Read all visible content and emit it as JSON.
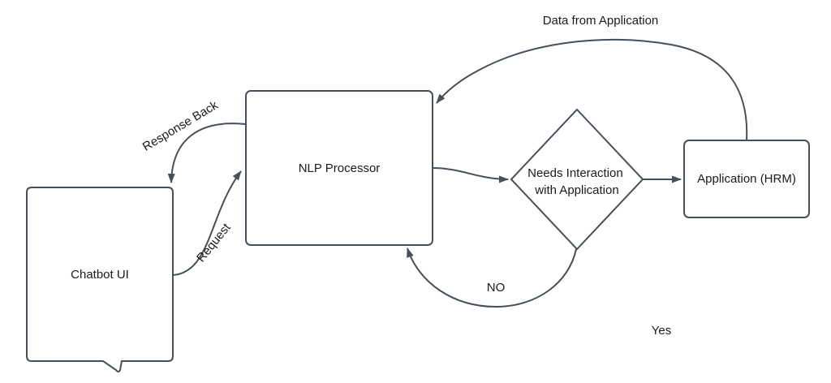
{
  "diagram": {
    "type": "flowchart",
    "background": "#ffffff",
    "colors": {
      "stroke": "#474f5a",
      "shape_fill": "#ffffff",
      "label_text": "#1a1a1a"
    },
    "nodes": {
      "chatbot_ui": {
        "label": "Chatbot UI",
        "shape": "speech-bubble-rect"
      },
      "nlp_processor": {
        "label": "NLP Processor",
        "shape": "rounded-rect"
      },
      "decision": {
        "label_line1": "Needs Interaction",
        "label_line2": "with Application",
        "shape": "diamond"
      },
      "application_hrm": {
        "label": "Application (HRM)",
        "shape": "rounded-rect"
      }
    },
    "edges": {
      "request": {
        "label": "Request",
        "from": "chatbot_ui",
        "to": "nlp_processor"
      },
      "response_back": {
        "label": "Response Back",
        "from": "nlp_processor",
        "to": "chatbot_ui"
      },
      "nlp_to_decision": {
        "label": "",
        "from": "nlp_processor",
        "to": "decision"
      },
      "decision_to_application": {
        "label": "",
        "from": "decision",
        "to": "application_hrm"
      },
      "data_from_application": {
        "label": "Data from Application",
        "from": "application_hrm",
        "to": "nlp_processor"
      },
      "no_loop": {
        "label": "NO",
        "from": "decision",
        "to": "nlp_processor"
      },
      "yes": {
        "label": "Yes"
      }
    }
  }
}
